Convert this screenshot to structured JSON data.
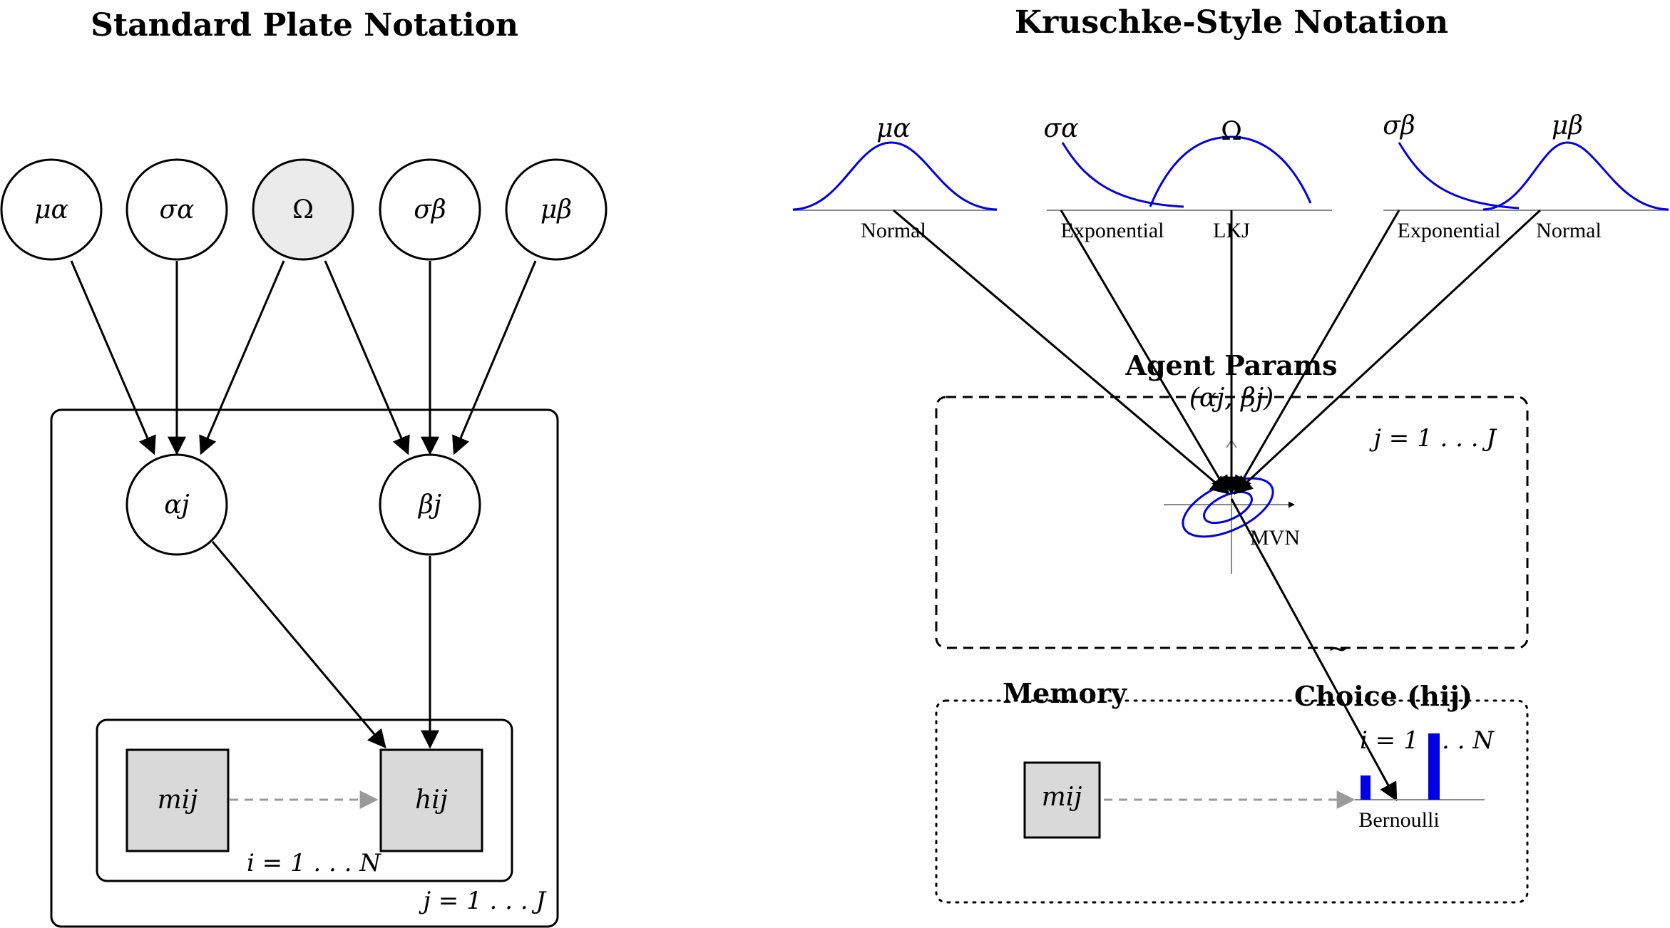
{
  "left_panel": {
    "title": "Standard Plate Notation",
    "top_nodes": [
      "μα",
      "σα",
      "Ω",
      "σβ",
      "μβ"
    ],
    "mid_nodes": [
      "αj",
      "βj"
    ],
    "obs_nodes": [
      "mij",
      "hij"
    ],
    "inner_plate": "i = 1 . . . N",
    "outer_plate": "j = 1 . . . J"
  },
  "right_panel": {
    "title": "Kruschke-Style Notation",
    "priors": [
      {
        "param": "μα",
        "dist": "Normal"
      },
      {
        "param": "σα",
        "dist": "Exponential"
      },
      {
        "param": "Ω",
        "dist": "LKJ"
      },
      {
        "param": "σβ",
        "dist": "Exponential"
      },
      {
        "param": "μβ",
        "dist": "Normal"
      }
    ],
    "agent_params_title": "Agent Params",
    "agent_params_vars": "(αj, βj)",
    "agent_plate": "j = 1 . . . J",
    "mvn_label": "MVN",
    "memory_title": "Memory",
    "choice_title": "Choice (hij)",
    "inner_plate": "i = 1 . . . N",
    "memory_node": "mij",
    "bernoulli_label": "Bernoulli",
    "tilde_mark": "~",
    "curve_color": "#0000e6"
  }
}
